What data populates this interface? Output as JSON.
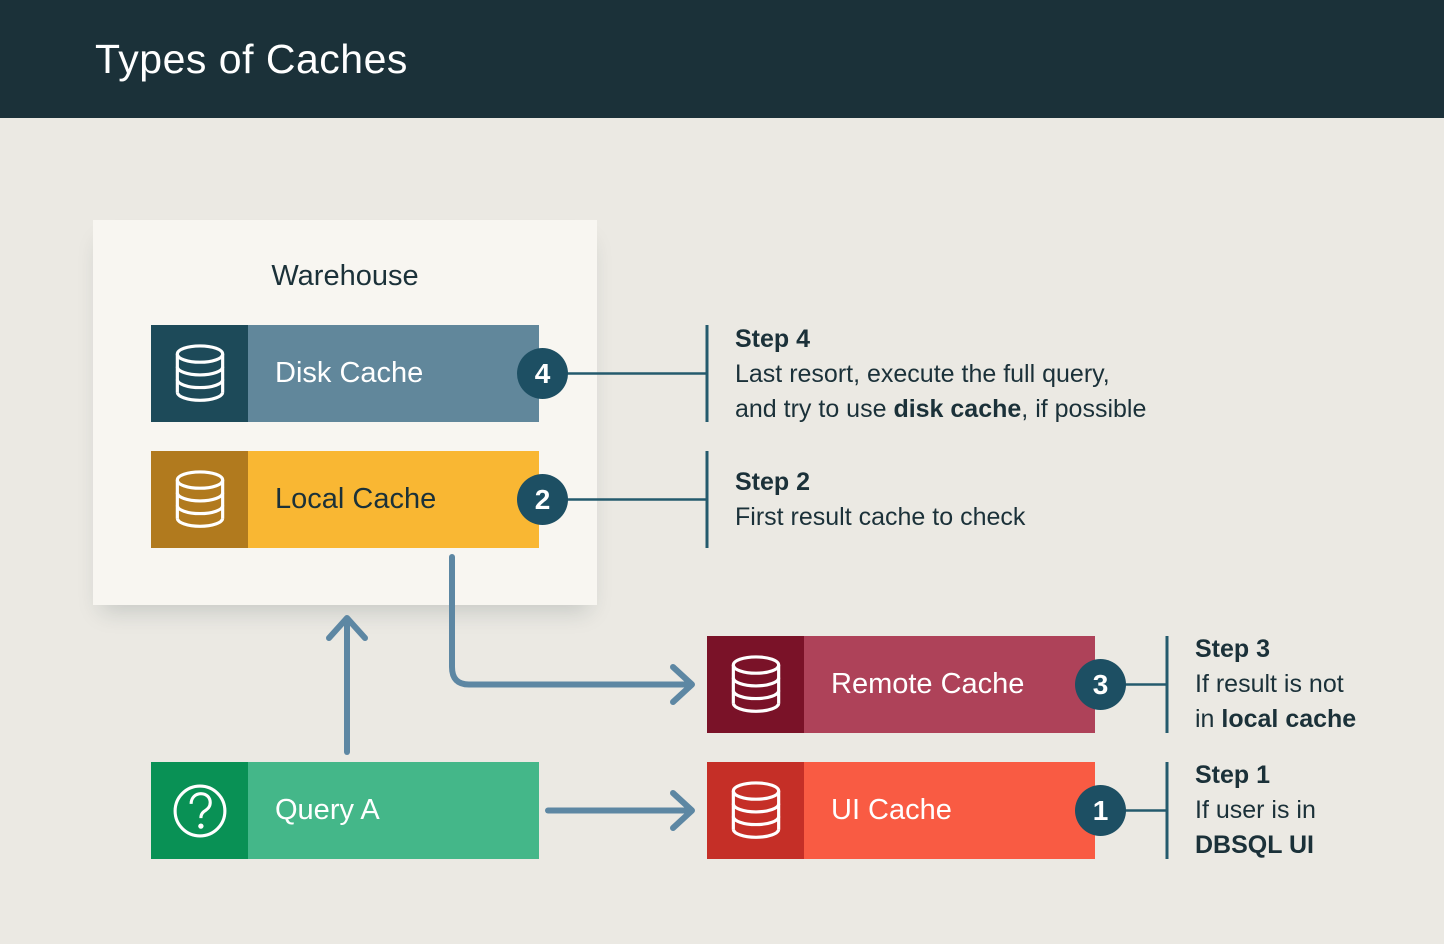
{
  "title": "Types of Caches",
  "colors": {
    "navy": "#1b3139",
    "bg": "#ebe9e3",
    "panel": "#f8f6f1",
    "disk-bar": "#61879b",
    "disk-icon": "#1d4a59",
    "local-bar": "#f9b733",
    "local-icon": "#b17a1e",
    "remote-bar": "#ae4259",
    "remote-icon": "#7a1228",
    "ui-bar": "#f95b43",
    "ui-icon": "#c52f27",
    "query-bar": "#44b789",
    "query-icon": "#099155",
    "badge": "#1d4f63",
    "arrow": "#5d87a3",
    "line": "#245a6d",
    "text": "#1b3139"
  },
  "warehouse": {
    "label": "Warehouse"
  },
  "nodes": {
    "disk": {
      "label": "Disk Cache",
      "badge": "4",
      "icon": "database-icon"
    },
    "local": {
      "label": "Local Cache",
      "badge": "2",
      "icon": "database-icon"
    },
    "remote": {
      "label": "Remote Cache",
      "badge": "3",
      "icon": "database-icon"
    },
    "ui": {
      "label": "UI Cache",
      "badge": "1",
      "icon": "database-icon"
    },
    "query": {
      "label": "Query A",
      "icon": "question-mark-icon"
    }
  },
  "steps": {
    "step4": {
      "heading": "Step 4",
      "line1": "Last resort, execute the full query,",
      "line2_pre": "and try to use ",
      "line2_bold": "disk cache",
      "line2_post": ", if possible"
    },
    "step2": {
      "heading": "Step 2",
      "line1": "First result cache to check"
    },
    "step3": {
      "heading": "Step 3",
      "line1": "If result is not",
      "line2_pre": "in ",
      "line2_bold": "local cache",
      "line2_post": ""
    },
    "step1": {
      "heading": "Step 1",
      "line1": "If user is in",
      "line2_pre": "",
      "line2_bold": "DBSQL UI",
      "line2_post": ""
    }
  }
}
